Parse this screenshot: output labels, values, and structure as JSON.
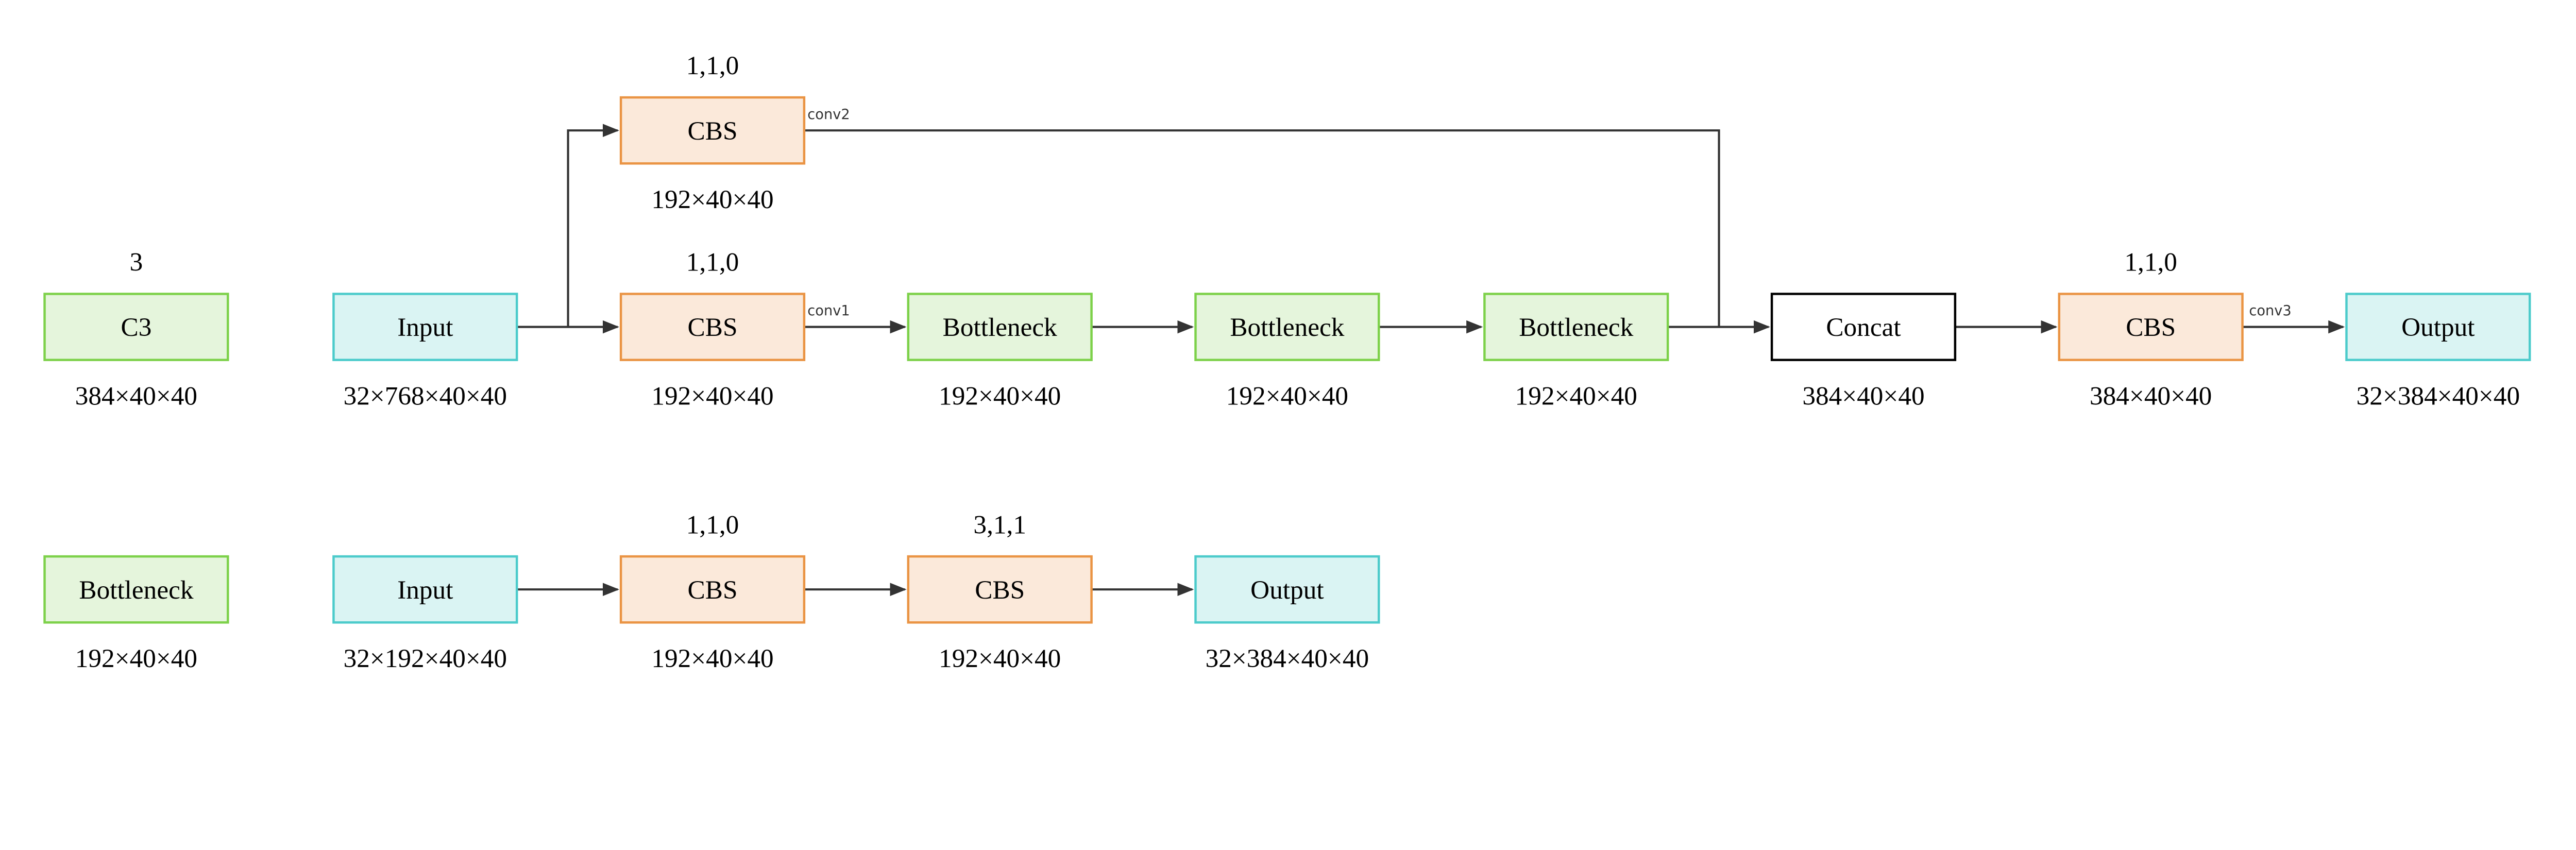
{
  "colors": {
    "block_border": "#7dd14a",
    "block_fill": "#e5f5dc",
    "io_border": "#4ccbcb",
    "io_fill": "#daf4f3",
    "conv_border": "#ea9444",
    "conv_fill": "#fbe9da",
    "concat_border": "#000000",
    "concat_fill": "#ffffff",
    "wire": "#333333"
  },
  "c3": {
    "nodes": [
      {
        "label": "C3",
        "above": "3",
        "below": "384×40×40",
        "kind": "block"
      },
      {
        "label": "Input",
        "above": "",
        "below": "32×768×40×40",
        "kind": "io"
      },
      {
        "label": "CBS",
        "above": "1,1,0",
        "below": "192×40×40",
        "kind": "conv"
      },
      {
        "label": "CBS",
        "above": "1,1,0",
        "below": "192×40×40",
        "kind": "conv"
      },
      {
        "label": "Bottleneck",
        "above": "",
        "below": "192×40×40",
        "kind": "block"
      },
      {
        "label": "Bottleneck",
        "above": "",
        "below": "192×40×40",
        "kind": "block"
      },
      {
        "label": "Bottleneck",
        "above": "",
        "below": "192×40×40",
        "kind": "block"
      },
      {
        "label": "Concat",
        "above": "",
        "below": "384×40×40",
        "kind": "concat"
      },
      {
        "label": "CBS",
        "above": "1,1,0",
        "below": "384×40×40",
        "kind": "conv"
      },
      {
        "label": "Output",
        "above": "",
        "below": "32×384×40×40",
        "kind": "io"
      }
    ],
    "edge_labels": {
      "conv1": "conv1",
      "conv2": "conv2",
      "conv3": "conv3"
    }
  },
  "bottleneck": {
    "nodes": [
      {
        "label": "Bottleneck",
        "above": "",
        "below": "192×40×40",
        "kind": "block"
      },
      {
        "label": "Input",
        "above": "",
        "below": "32×192×40×40",
        "kind": "io"
      },
      {
        "label": "CBS",
        "above": "1,1,0",
        "below": "192×40×40",
        "kind": "conv"
      },
      {
        "label": "CBS",
        "above": "3,1,1",
        "below": "192×40×40",
        "kind": "conv"
      },
      {
        "label": "Output",
        "above": "",
        "below": "32×384×40×40",
        "kind": "io"
      }
    ]
  }
}
